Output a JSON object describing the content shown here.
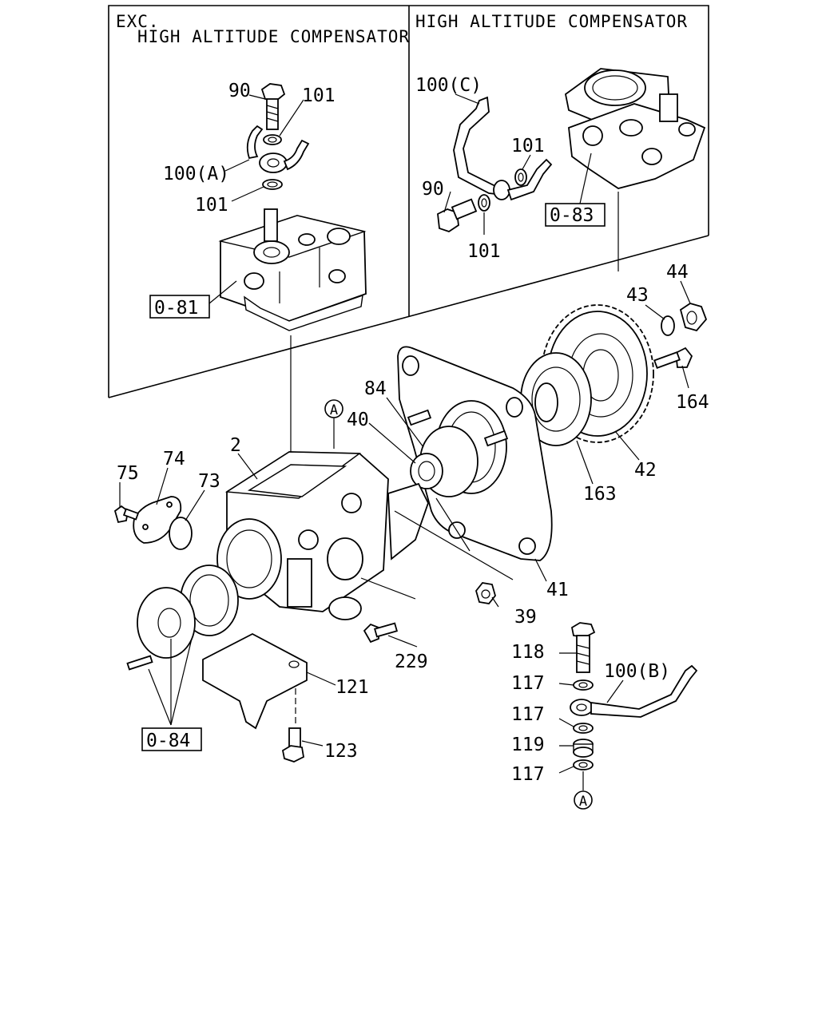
{
  "panels": {
    "left_header_line1": "EXC.",
    "left_header_line2": "HIGH ALTITUDE COMPENSATOR",
    "right_header": "HIGH ALTITUDE COMPENSATOR"
  },
  "references": {
    "ref_081": "0-81",
    "ref_083": "0-83",
    "ref_084": "0-84"
  },
  "callouts": {
    "c90_left": "90",
    "c101_left_top": "101",
    "c100a": "100(A)",
    "c101_left_bottom": "101",
    "c100c": "100(C)",
    "c101_right_top": "101",
    "c90_right": "90",
    "c101_right_bottom": "101",
    "c44": "44",
    "c43": "43",
    "c164": "164",
    "c84": "84",
    "c40": "40",
    "c2": "2",
    "c75": "75",
    "c74": "74",
    "c73": "73",
    "c42": "42",
    "c163": "163",
    "c41": "41",
    "c39": "39",
    "c229": "229",
    "c121": "121",
    "c123": "123",
    "c118": "118",
    "c117_a": "117",
    "c100b": "100(B)",
    "c117_b": "117",
    "c119": "119",
    "c117_c": "117"
  },
  "markers": {
    "marker_top": "A",
    "marker_bottom": "A"
  }
}
